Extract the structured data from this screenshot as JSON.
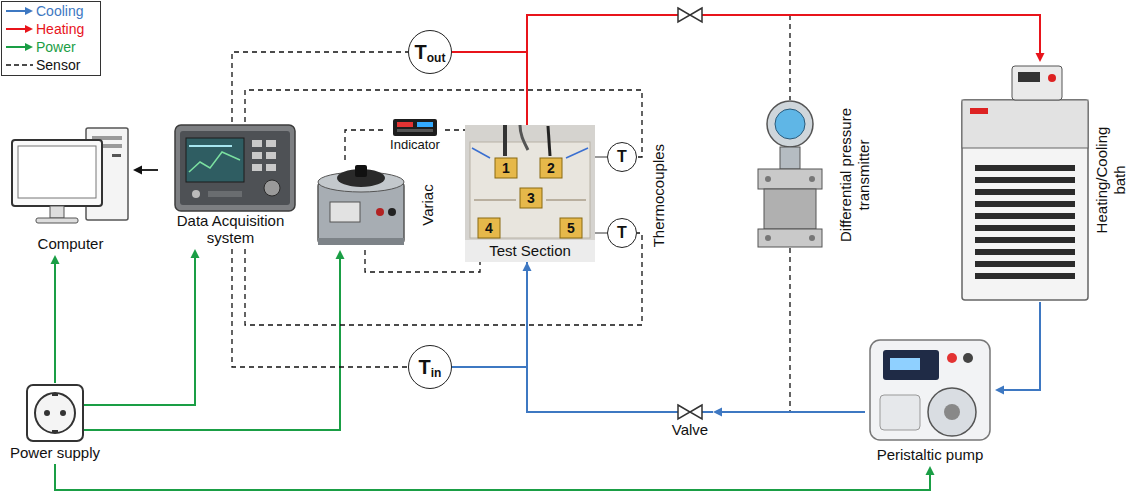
{
  "diagram": {
    "nodes": [
      {
        "text": [
          "Computer"
        ]
      },
      {
        "text": [
          "Data Acquisition system"
        ]
      },
      {
        "text": [
          "Variac"
        ]
      },
      {
        "text": [
          "Indicator"
        ]
      },
      {
        "text": [
          "Test Section"
        ]
      },
      {
        "text": [
          "T",
          "out"
        ]
      },
      {
        "text": [
          "T",
          "in"
        ]
      },
      {
        "text": [
          "T"
        ]
      },
      {
        "text": [
          "T"
        ]
      },
      {
        "text": [
          "Differential pressure transmitter"
        ]
      },
      {
        "text": [
          "Heating/Cooling bath"
        ]
      },
      {
        "text": [
          "Peristaltic pump"
        ]
      },
      {
        "text": [
          "Valve"
        ]
      },
      {
        "text": [
          "Power supply"
        ]
      }
    ],
    "edges": [
      {
        "from": 1,
        "to": 0,
        "arrow": "to"
      },
      {
        "from": 13,
        "to": 0,
        "arrow": "to"
      },
      {
        "from": 13,
        "to": 1,
        "arrow": "to"
      },
      {
        "from": 13,
        "to": 2,
        "arrow": "to"
      },
      {
        "from": 13,
        "to": 11,
        "arrow": "to"
      },
      {
        "from": 1,
        "to": 5,
        "arrow": "none"
      },
      {
        "from": 1,
        "to": 7,
        "arrow": "none"
      },
      {
        "from": 1,
        "to": 8,
        "arrow": "none"
      },
      {
        "from": 1,
        "to": 6,
        "arrow": "none"
      },
      {
        "from": 2,
        "to": 3,
        "arrow": "none"
      },
      {
        "from": 3,
        "to": 4,
        "arrow": "none"
      },
      {
        "from": 2,
        "to": 4,
        "arrow": "none"
      },
      {
        "from": 4,
        "to": 5,
        "arrow": "none"
      },
      {
        "from": 4,
        "to": 10,
        "arrow": "to"
      },
      {
        "from": 10,
        "to": 11,
        "arrow": "to"
      },
      {
        "from": 11,
        "to": 12,
        "arrow": "to"
      },
      {
        "from": 12,
        "to": 4,
        "arrow": "to"
      },
      {
        "from": 6,
        "to": 4,
        "arrow": "none"
      },
      {
        "from": 4,
        "to": 7,
        "arrow": "none"
      },
      {
        "from": 4,
        "to": 8,
        "arrow": "none"
      }
    ],
    "labels": [
      "1",
      "2",
      "3",
      "4",
      "5",
      "Thermocouples"
    ],
    "legend": [
      {
        "text": "Cooling"
      },
      {
        "text": "Heating"
      },
      {
        "text": "Power"
      },
      {
        "text": "Sensor"
      }
    ]
  }
}
